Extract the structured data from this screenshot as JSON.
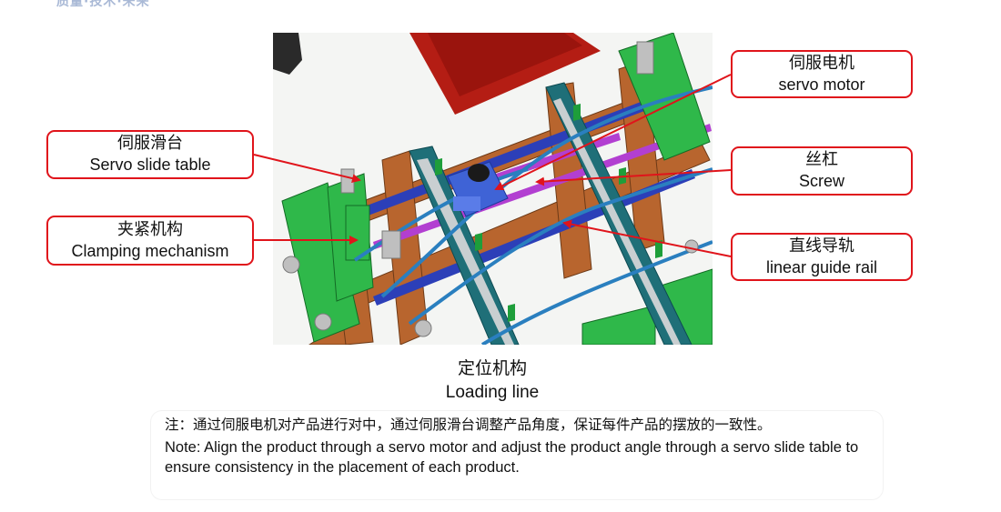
{
  "header": {
    "brand_text": "质量·技术·未来"
  },
  "callouts": {
    "servo_motor": {
      "cn": "伺服电机",
      "en": "servo motor"
    },
    "servo_slide_table": {
      "cn": "伺服滑台",
      "en": "Servo slide table"
    },
    "screw": {
      "cn": "丝杠",
      "en": "Screw"
    },
    "clamping_mechanism": {
      "cn": "夹紧机构",
      "en": "Clamping mechanism"
    },
    "linear_guide_rail": {
      "cn": "直线导轨",
      "en": "linear guide rail"
    }
  },
  "caption": {
    "cn": "定位机构",
    "en": "Loading line"
  },
  "note": {
    "cn": "注：通过伺服电机对产品进行对中，通过伺服滑台调整产品角度，保证每件产品的摆放的一致性。",
    "en": "Note: Align the product through a servo motor and adjust the product angle through a servo slide table to ensure consistency in the placement of each product."
  },
  "colors": {
    "callout_border": "#e0141b",
    "arrow": "#e0141b",
    "frame_wood": "#b8652e",
    "frame_green": "#2fb84a",
    "motor_blue": "#3f63d6",
    "rail_teal": "#1f6f78",
    "rod_purple": "#b23fd1"
  }
}
